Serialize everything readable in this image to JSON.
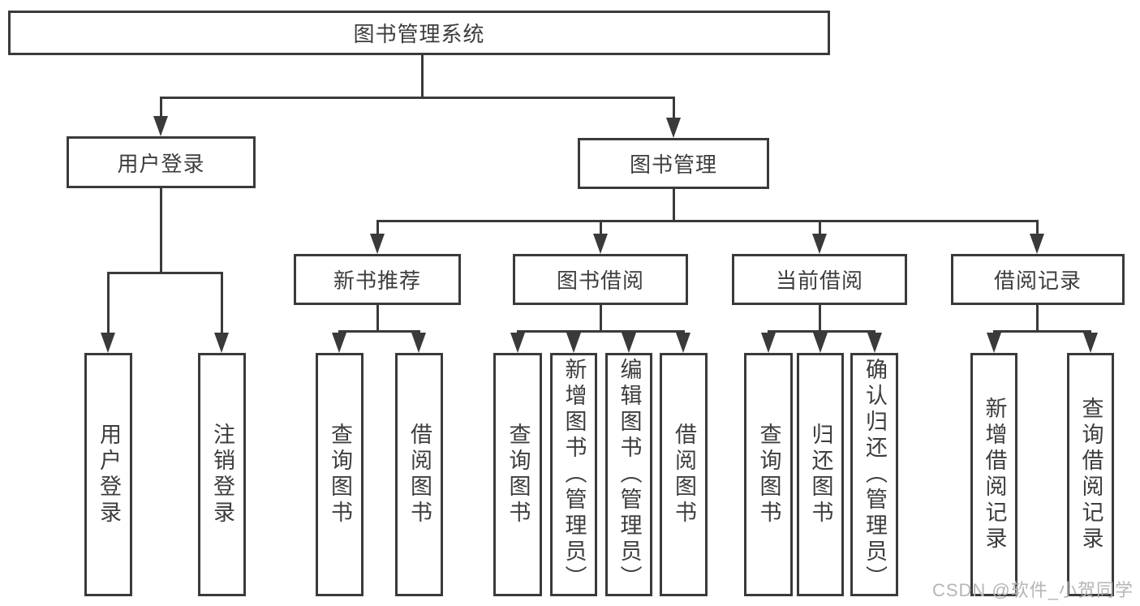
{
  "diagram": {
    "root": "图书管理系统",
    "branches": [
      {
        "label": "用户登录",
        "children": [
          "用户登录",
          "注销登录"
        ]
      },
      {
        "label": "图书管理",
        "children": [
          {
            "label": "新书推荐",
            "children": [
              "查询图书",
              "借阅图书"
            ]
          },
          {
            "label": "图书借阅",
            "children": [
              "查询图书",
              "新增图书（管理员）",
              "编辑图书（管理员）",
              "借阅图书"
            ]
          },
          {
            "label": "当前借阅",
            "children": [
              "查询图书",
              "归还图书",
              "确认归还（管理员）"
            ]
          },
          {
            "label": "借阅记录",
            "children": [
              "新增借阅记录",
              "查询借阅记录"
            ]
          }
        ]
      }
    ]
  },
  "watermark": "CSDN @软件_小贺同学",
  "colors": {
    "line": "#3a3a3a",
    "text": "#3d3d3d",
    "bg": "#ffffff",
    "nodebg": "#ffffff",
    "watermark": "#b5b5b5"
  }
}
